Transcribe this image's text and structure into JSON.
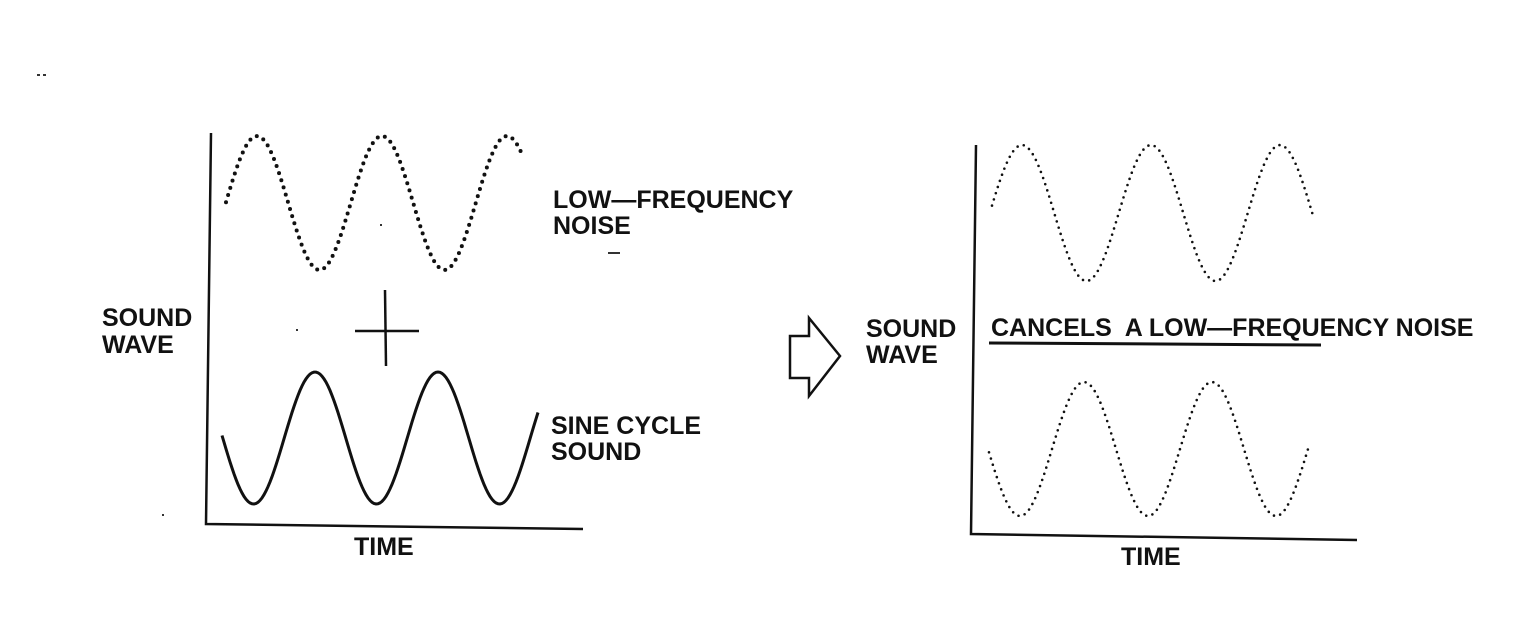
{
  "left_panel": {
    "y_label_line1": "SOUND",
    "y_label_line2": "WAVE",
    "x_label": "TIME",
    "noise_label_line1": "LOW—FREQUENCY",
    "noise_label_line2": "NOISE",
    "sine_label_line1": "SINE CYCLE",
    "sine_label_line2": "SOUND"
  },
  "right_panel": {
    "y_label_line1": "SOUND",
    "y_label_line2": "WAVE",
    "x_label": "TIME",
    "result_label": "CANCELS  A LOW—FREQUENCY NOISE"
  },
  "colors": {
    "ink": "#111111",
    "background": "#ffffff"
  }
}
